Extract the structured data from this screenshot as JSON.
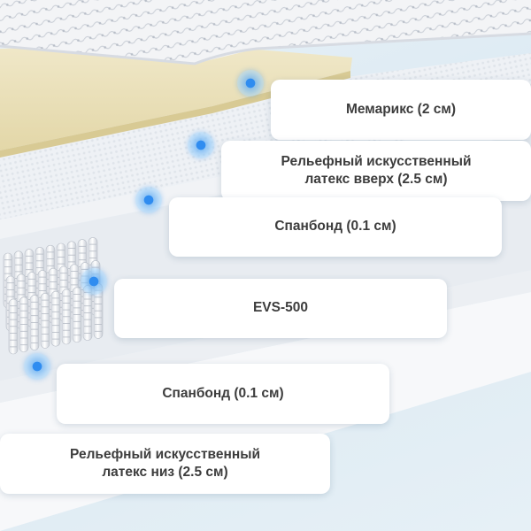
{
  "layers": {
    "memory_foam": {
      "lines": [
        "Мемарикс (2 см)"
      ]
    },
    "latex_top": {
      "lines": [
        "Рельефный искусственный",
        "латекс вверх (2.5 см)"
      ]
    },
    "spunbond_top": {
      "lines": [
        "Спанбонд (0.1 см)"
      ]
    },
    "springs": {
      "lines": [
        "EVS-500"
      ]
    },
    "spunbond_bottom": {
      "lines": [
        "Спанбонд (0.1 см)"
      ]
    },
    "latex_bottom": {
      "lines": [
        "Рельефный искусственный",
        "латекс низ (2.5 см)"
      ]
    }
  },
  "colors": {
    "marker": "#2f8cf0",
    "memory_foam": "#ebe1bd",
    "quilted_cover": "#f4f5f7",
    "latex": "#f5f7fa",
    "card_text": "#3d3d3d"
  },
  "icons": [
    "layer-marker-dot"
  ]
}
